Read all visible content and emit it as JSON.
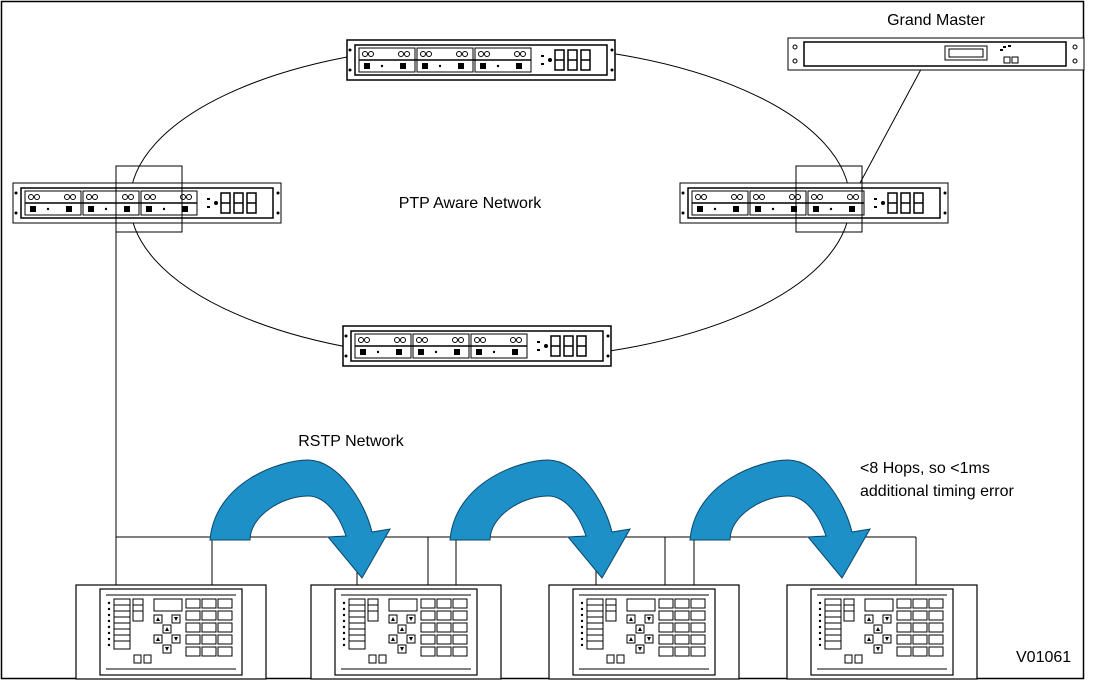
{
  "labels": {
    "grand_master": "Grand Master",
    "ptp_network": "PTP Aware Network",
    "rstp_network": "RSTP Network",
    "hops_line1": "<8 Hops, so <1ms",
    "hops_line2": "additional timing error",
    "figure_id": "V01061"
  },
  "colors": {
    "arrow_fill": "#1e90c8",
    "line": "#000000",
    "background": "#ffffff"
  },
  "icons": {
    "switch": "network-switch-icon",
    "grand_master": "grand-master-clock-icon",
    "relay": "protection-relay-icon",
    "hop_arrow": "hop-arrow-icon"
  }
}
